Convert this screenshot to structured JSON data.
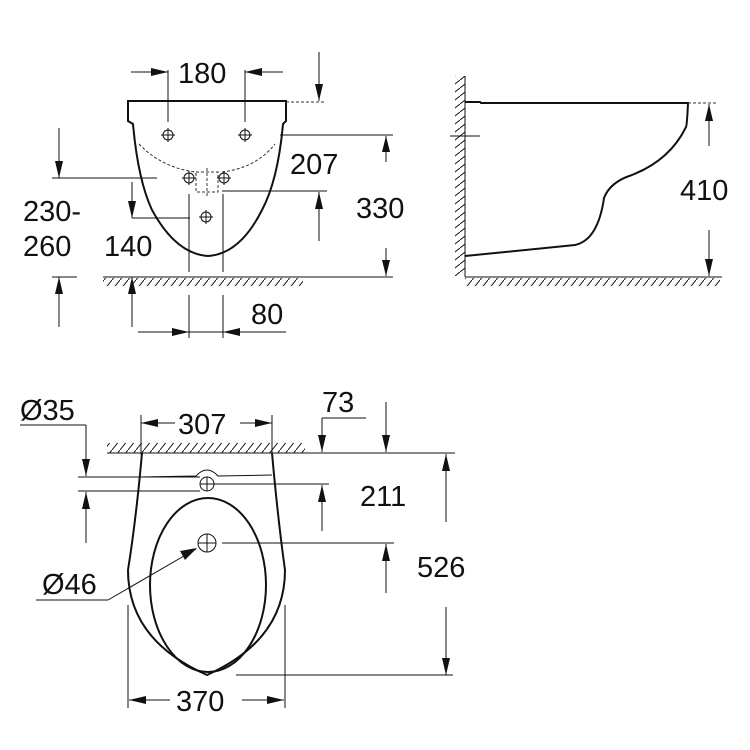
{
  "diagram": {
    "type": "technical drawing",
    "subject": "wall-hung bidet / toilet dimensions",
    "views": {
      "front": {
        "labels": {
          "width_fixings": "180",
          "fixing_height": "207",
          "total_height": "330",
          "supply_height": "230-",
          "supply_height_2": "260",
          "drain_height": "140",
          "drain_spacing": "80"
        }
      },
      "side": {
        "labels": {
          "rim_height": "410"
        }
      },
      "top": {
        "labels": {
          "tap_hole_diameter": "Ø35",
          "rear_width": "307",
          "tap_offset": "73",
          "tap_to_wall": "211",
          "bowl_length": "526",
          "waste_diameter": "Ø46",
          "bowl_width": "370"
        }
      }
    },
    "colors": {
      "line": "#111111",
      "background": "#ffffff"
    }
  }
}
